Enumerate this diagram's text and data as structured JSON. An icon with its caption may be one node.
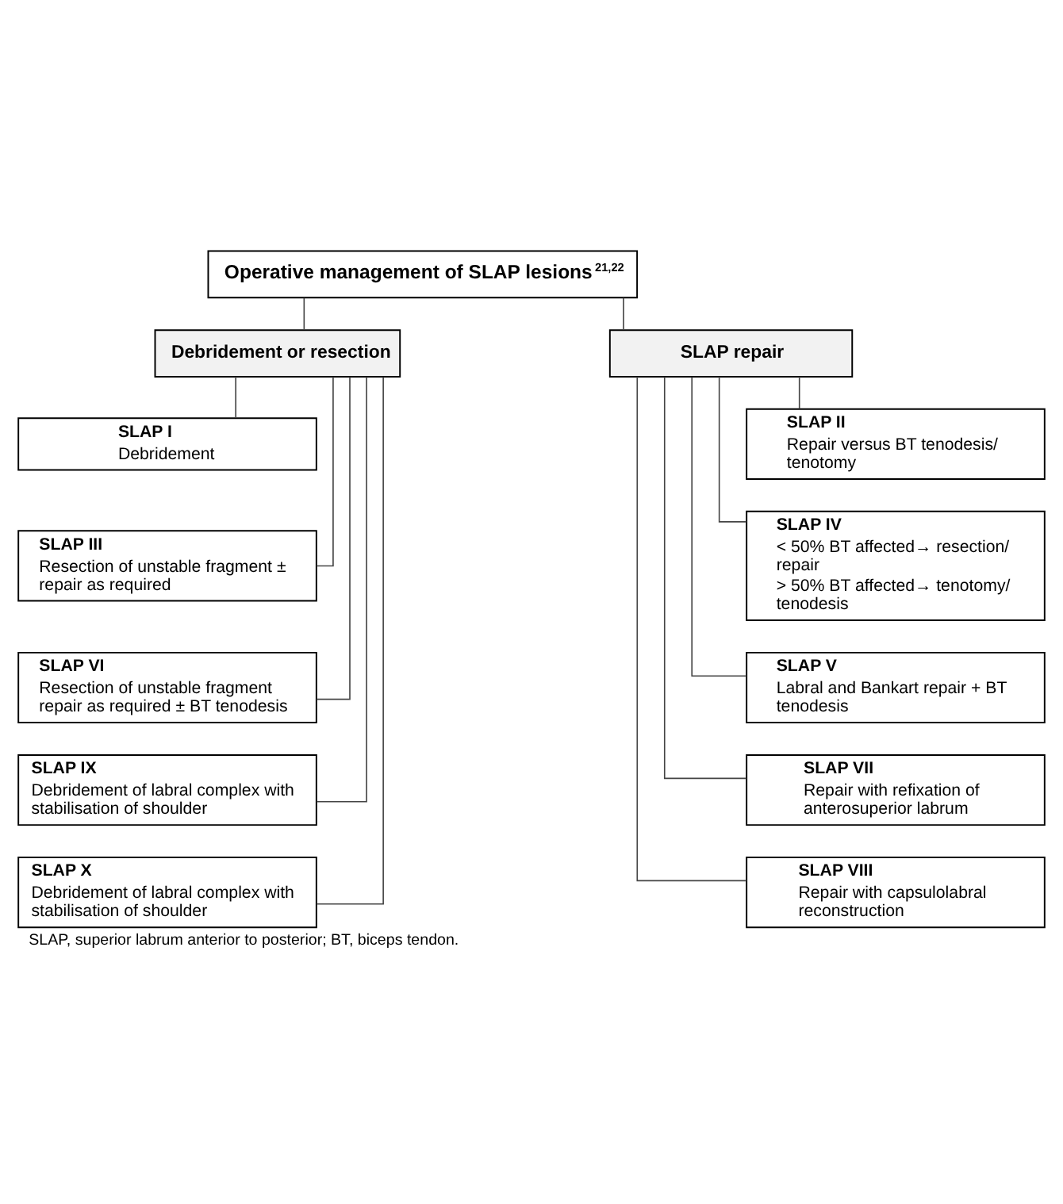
{
  "diagram": {
    "caption": "SLAP, superior labrum anterior to posterior; BT, biceps tendon.",
    "nodes": [
      {
        "text": [
          "Operative management of SLAP lesions$^{21,22}$"
        ]
      },
      {
        "text": [
          "Debridement or resection"
        ]
      },
      {
        "text": [
          "SLAP repair"
        ]
      },
      {
        "text": [
          "SLAP I",
          "Debridement"
        ]
      },
      {
        "text": [
          "SLAP III",
          "Resection of unstable fragment ± repair as required"
        ]
      },
      {
        "text": [
          "SLAP VI",
          "Resection of unstable fragment repair as required ± BT tenodesis"
        ]
      },
      {
        "text": [
          "SLAP IX",
          "Debridement of labral complex with stabilisation of shoulder"
        ]
      },
      {
        "text": [
          "SLAP X",
          "Debridement of labral complex with stabilisation of shoulder"
        ]
      },
      {
        "text": [
          "SLAP II",
          "Repair versus BT tenodesis/ tenotomy"
        ]
      },
      {
        "text": [
          "SLAP IV",
          "< 50% BT affected→ resection/ repair",
          "> 50% BT affected→ tenotomy/ tenodesis"
        ]
      },
      {
        "text": [
          "SLAP V",
          "Labral and Bankart repair + BT tenodesis"
        ]
      },
      {
        "text": [
          "SLAP VII",
          "Repair with refixation of anterosuperior labrum"
        ]
      },
      {
        "text": [
          "SLAP VIII",
          "Repair with capsulolabral reconstruction"
        ]
      }
    ],
    "edges": [
      {
        "from": 0,
        "to": 1,
        "arrow": "none"
      },
      {
        "from": 0,
        "to": 2,
        "arrow": "none"
      },
      {
        "from": 1,
        "to": 3,
        "arrow": "none"
      },
      {
        "from": 1,
        "to": 4,
        "arrow": "none"
      },
      {
        "from": 1,
        "to": 5,
        "arrow": "none"
      },
      {
        "from": 1,
        "to": 6,
        "arrow": "none"
      },
      {
        "from": 1,
        "to": 7,
        "arrow": "none"
      },
      {
        "from": 2,
        "to": 8,
        "arrow": "none"
      },
      {
        "from": 2,
        "to": 9,
        "arrow": "none"
      },
      {
        "from": 2,
        "to": 10,
        "arrow": "none"
      },
      {
        "from": 2,
        "to": 11,
        "arrow": "none"
      },
      {
        "from": 2,
        "to": 12,
        "arrow": "none"
      }
    ]
  }
}
